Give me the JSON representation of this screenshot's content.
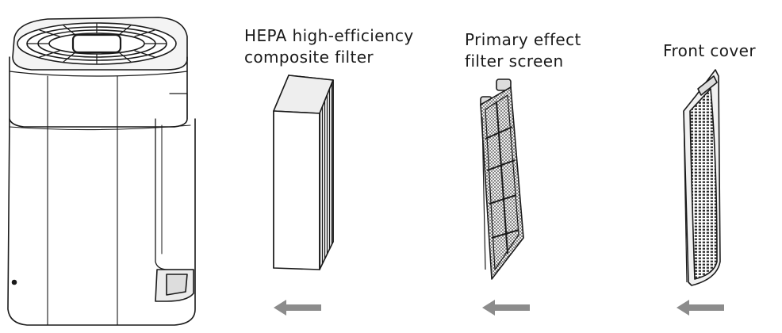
{
  "labels": {
    "hepa": "HEPA high-efficiency\ncomposite filter",
    "primary": "Primary effect\nfilter screen",
    "front": "Front cover"
  },
  "colors": {
    "line": "#1a1a1a",
    "arrow": "#8c8c8c",
    "background": "#ffffff"
  },
  "icons": {
    "arrow": "left-arrow-icon"
  }
}
